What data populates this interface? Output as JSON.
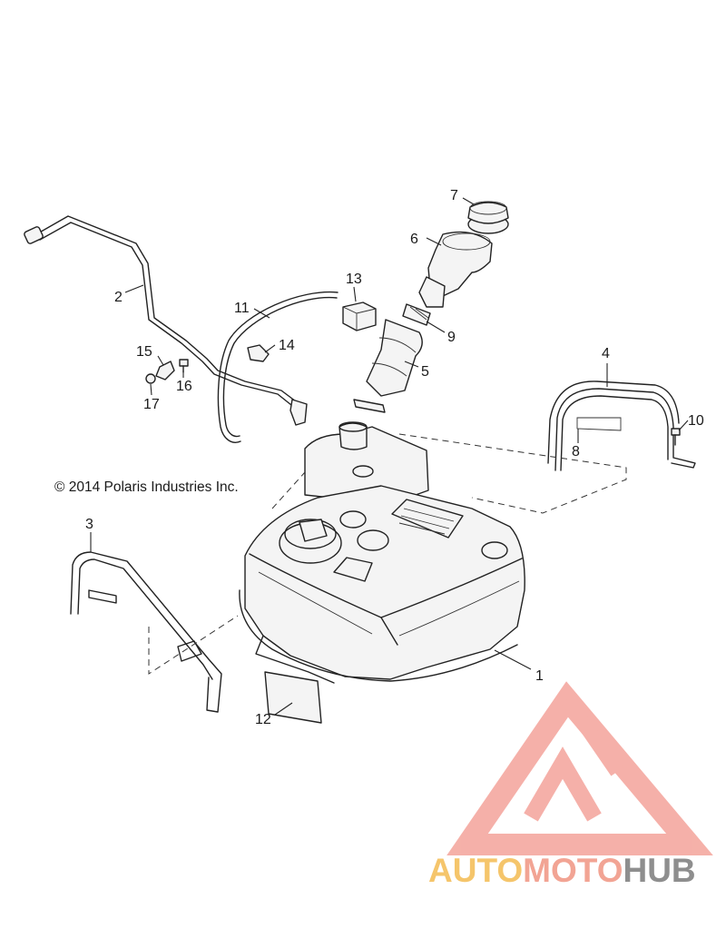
{
  "copyright": "© 2014 Polaris Industries Inc.",
  "callouts": [
    "1",
    "2",
    "3",
    "4",
    "5",
    "6",
    "7",
    "8",
    "9",
    "10",
    "11",
    "12",
    "13",
    "14",
    "15",
    "16",
    "17"
  ],
  "watermark": {
    "part1": "AUTO",
    "part2": "MOTO",
    "part3": "HUB",
    "colors": {
      "auto": "#f5c56b",
      "moto": "#f2a494",
      "hub": "#8e8e8e",
      "logo": "#f4a8a0"
    }
  }
}
